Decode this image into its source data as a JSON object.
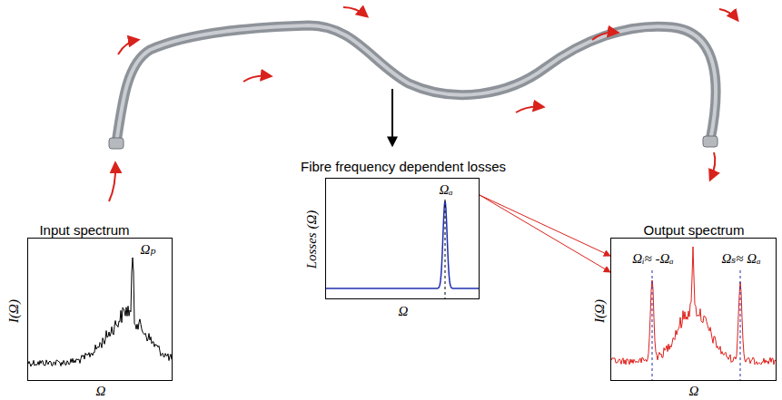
{
  "diagram": {
    "nodes": [
      {
        "text": [
          "Input spectrum",
          "I(Ω)",
          "Ωₚ",
          "Ω"
        ]
      },
      {
        "text": [
          "Fibre frequency dependent losses",
          "Losses (Ω)",
          "Ωₐ",
          "Ω"
        ]
      },
      {
        "text": [
          "Output spectrum",
          "I(Ω)",
          "Ωᵢ≈ -Ωₐ",
          "Ωₛ≈ Ωₐ",
          "Ω"
        ]
      }
    ],
    "edges": [
      {
        "from": 1,
        "to": 2,
        "arrow": "to"
      },
      {
        "from": 1,
        "to": 2,
        "arrow": "to"
      }
    ]
  }
}
